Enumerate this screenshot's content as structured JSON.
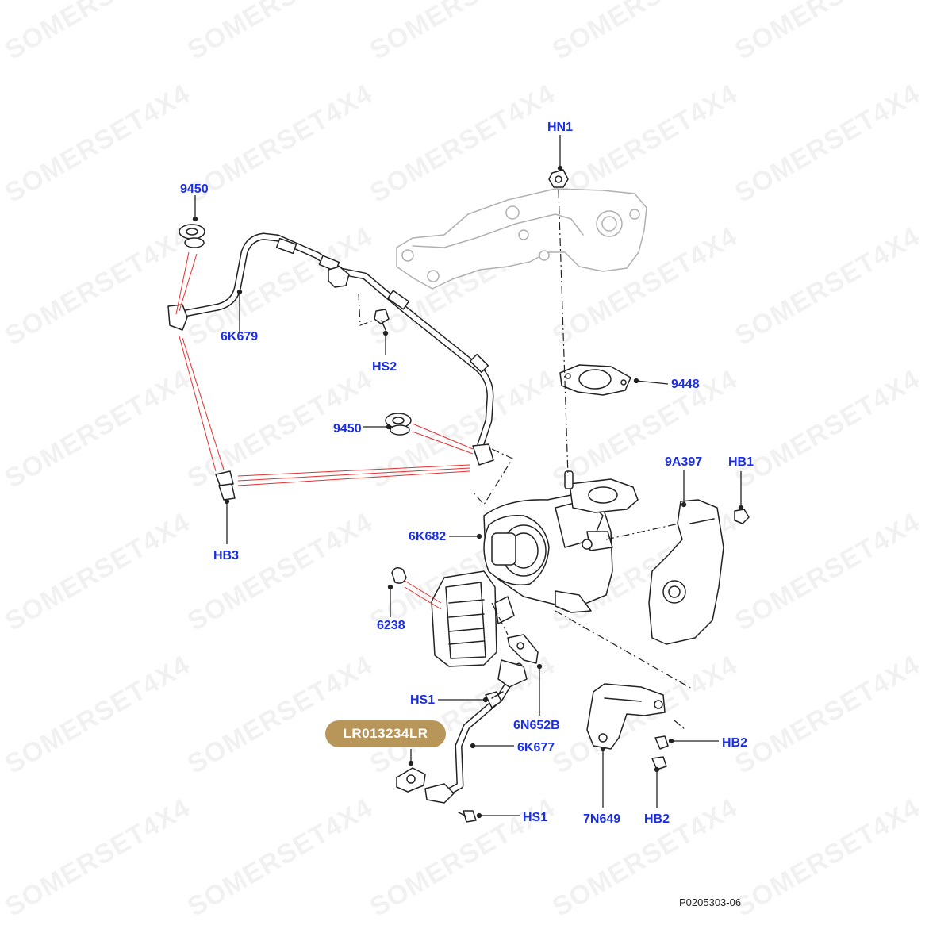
{
  "watermark": "SOMERSET4X4",
  "highlight": {
    "part_number": "LR013234LR",
    "color": "#b8965a"
  },
  "colors": {
    "label": "#1a2ee6",
    "link": "#e23030",
    "line": "#222222",
    "faded": "#b0b0b0"
  },
  "labels": {
    "hn1": "HN1",
    "p9450_top": "9450",
    "p6k679": "6K679",
    "hs2": "HS2",
    "p9448": "9448",
    "p9450_mid": "9450",
    "p9a397": "9A397",
    "hb1": "HB1",
    "hb3": "HB3",
    "p6k682": "6K682",
    "p6238": "6238",
    "hs1_upper": "HS1",
    "p6n652b": "6N652B",
    "p6k677": "6K677",
    "hb2_right": "HB2",
    "hs1_lower": "HS1",
    "p7n649": "7N649",
    "hb2_lower": "HB2"
  },
  "drawing_reference": "P0205303-06"
}
